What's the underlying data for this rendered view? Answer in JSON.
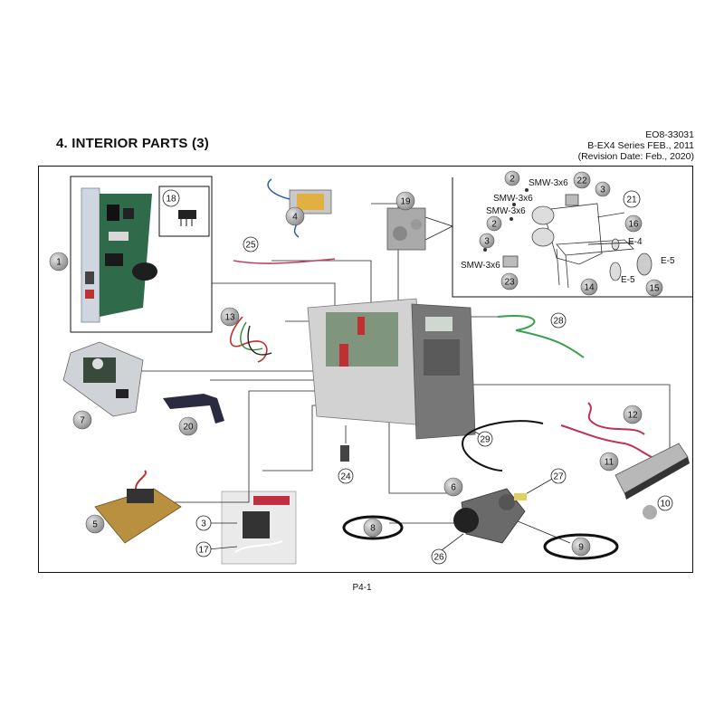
{
  "header": {
    "doc_number": "EO8-33031",
    "series_line": "B-EX4 Series FEB., 2011",
    "revision_line": "(Revision Date: Feb., 2020)"
  },
  "title": "4. INTERIOR PARTS (3)",
  "footer": {
    "page": "P4-1"
  },
  "callouts": {
    "c1": "1",
    "c2a": "2",
    "c2b": "2",
    "c3a": "3",
    "c3b": "3",
    "c3c": "3",
    "c4": "4",
    "c5": "5",
    "c6": "6",
    "c7": "7",
    "c8": "8",
    "c9": "9",
    "c10": "10",
    "c11": "11",
    "c12": "12",
    "c13": "13",
    "c14": "14",
    "c15": "15",
    "c16": "16",
    "c17": "17",
    "c18": "18",
    "c19": "19",
    "c20": "20",
    "c21": "21",
    "c22": "22",
    "c23": "23",
    "c24": "24",
    "c25": "25",
    "c26": "26",
    "c27": "27",
    "c28": "28",
    "c29": "29"
  },
  "labels": {
    "smw1": "SMW-3x6",
    "smw2": "SMW-3x6",
    "smw3": "SMW-3x6",
    "smw4": "SMW-3x6",
    "e4": "E-4",
    "e5a": "E-5",
    "e5b": "E-5"
  }
}
